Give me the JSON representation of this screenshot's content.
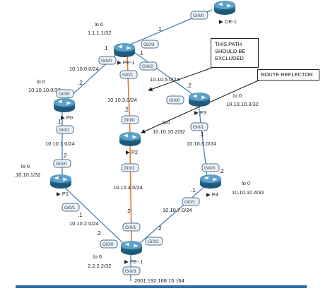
{
  "routers": {
    "pe1": {
      "name": "PE-1",
      "lo_label": "lo 0",
      "lo_ip": "1.1.1.1/32"
    },
    "pe2": {
      "name": "PE-.1",
      "lo_label": "lo 0",
      "lo_ip": "2.2.2.2/32"
    },
    "p0": {
      "name": "P0",
      "lo_label": "lo 0",
      "lo_ip": "10.10.10.0/32"
    },
    "p1": {
      "name": "P1",
      "lo_label": "lo 0",
      "lo_ip": ".10.10.1/32"
    },
    "p2": {
      "name": "P2",
      "lo_label": "lo0",
      "lo_ip": "10.10.10.2/32"
    },
    "p3": {
      "name": "P3",
      "lo_label": "lo 0",
      "lo_ip": "10.10.10.3/32"
    },
    "p4": {
      "name": "P4",
      "lo_label": "lo 0",
      "lo_ip": "10.10.10.4/32"
    },
    "ce1": {
      "name": "CE-1"
    }
  },
  "subnets": {
    "pe1_p0": "10.10.0.0/24",
    "pe1_p2": "10.10.3.0/24",
    "pe1_p3": "10.10.5.0/24",
    "p0_p1": "10.10.1.0/24",
    "p1_pe2": "10.10.2.0/24",
    "p2_pe2": "10.10.4.0/24",
    "p3_p4": "10.10.6.0/24",
    "p4_pe2": "10.10.7.0/24",
    "pe2_down": "2001:192:168:15::/64"
  },
  "interfaces": {
    "ce1_gi": "Gi0/0",
    "pe1_gi03": "Gi0/3",
    "pe1_gi00": "Gi0/0",
    "pe1_gi02": "Gi0/2",
    "pe1_gi01": "Gi0/1",
    "p0_gi00": "Gi0/0",
    "p0_gi01": "Gi0/1",
    "p2_gi00": "Gi0/0",
    "p2_gi01": "Gi0/1",
    "p3_gi00": "Gi0/0",
    "p3_gi01": "Gi0/1",
    "p1_gi00": "Gi0/0",
    "p1_gi01": "Gi0/1",
    "p4_gi01": "Gi0/1",
    "p4_gi00": "Gi0/0",
    "pe2_gi00": "Gi0/0",
    "pe2_gi01": "Gi0/1",
    "pe2_gi02": "Gi0/2",
    "pe2_gi03": "Gi0/3"
  },
  "host_ids": {
    "ce1_pe1_far": ".1",
    "pe1_p0_pe1": ".1",
    "pe1_p3_pe1": ".1",
    "pe1_p0_p0": ".2",
    "pe1_p3_p3": ".2",
    "pe1_p2_p2": ".2",
    "p0_p1_p0": ".1",
    "p0_p1_p1": ".2",
    "p3_p4_p3": ".1",
    "p3_p4_p4": ".2",
    "p1_pe2_p1": ".1",
    "p1_pe2_pe2": ".2",
    "p2_pe2_pe2": ".2",
    "p4_pe2_p4": ".1",
    "p4_pe2_pe2": ".2"
  },
  "callouts": {
    "exclude": [
      "THIS PATH",
      "SHOULD BE",
      "EXCLUDED"
    ],
    "rr": "ROUTE REFLECTOR"
  },
  "colors": {
    "link": "#4a82b4",
    "excluded_path": "#e07a2e",
    "router_body": "#2d6e93",
    "footer_bar": "#2e6fb0"
  }
}
